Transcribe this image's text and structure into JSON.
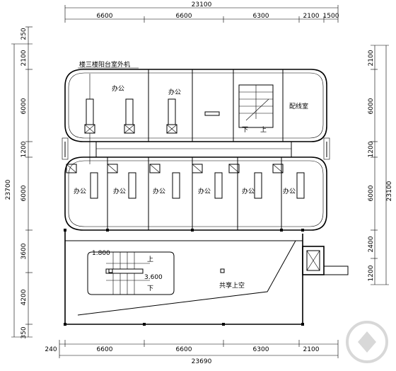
{
  "top_dims": {
    "total": "23100",
    "segments": [
      "6600",
      "6600",
      "6300",
      "2100",
      "1500"
    ]
  },
  "bottom_dims": {
    "total": "23690",
    "segments": [
      "240",
      "6600",
      "6600",
      "6300",
      "2100"
    ]
  },
  "left_dims": {
    "total": "23700",
    "segments": [
      "250",
      "2100",
      "6000",
      "1200",
      "6000",
      "3600",
      "4200",
      "350"
    ]
  },
  "right_dims": {
    "total": "23100",
    "segments": [
      "2100",
      "6000",
      "1200",
      "6000",
      "2400",
      "1200"
    ]
  },
  "labels": {
    "outdoor_units": "楼三楼阳台室外机",
    "office": "办公",
    "distribution_room": "配线室",
    "down": "下",
    "up": "上",
    "atrium": "共享上空",
    "level_low": "1.800",
    "level_high": "3.600"
  },
  "icons": {
    "watermark": "logo-watermark-icon"
  }
}
